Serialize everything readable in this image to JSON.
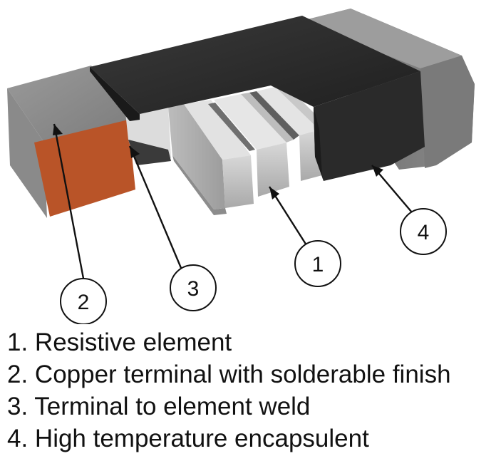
{
  "callouts": [
    {
      "num": "1"
    },
    {
      "num": "2"
    },
    {
      "num": "3"
    },
    {
      "num": "4"
    }
  ],
  "legend": [
    {
      "text": "1. Resistive element"
    },
    {
      "text": "2. Copper terminal with solderable finish"
    },
    {
      "text": "3. Terminal to element weld"
    },
    {
      "text": "4. High temperature encapsulent"
    }
  ],
  "colors": {
    "encapsulant": "#2c2c2c",
    "terminal_grey": "#8e8e8e",
    "copper_face": "#b95428",
    "element_light": "#cfcfcf",
    "line": "#111111"
  }
}
